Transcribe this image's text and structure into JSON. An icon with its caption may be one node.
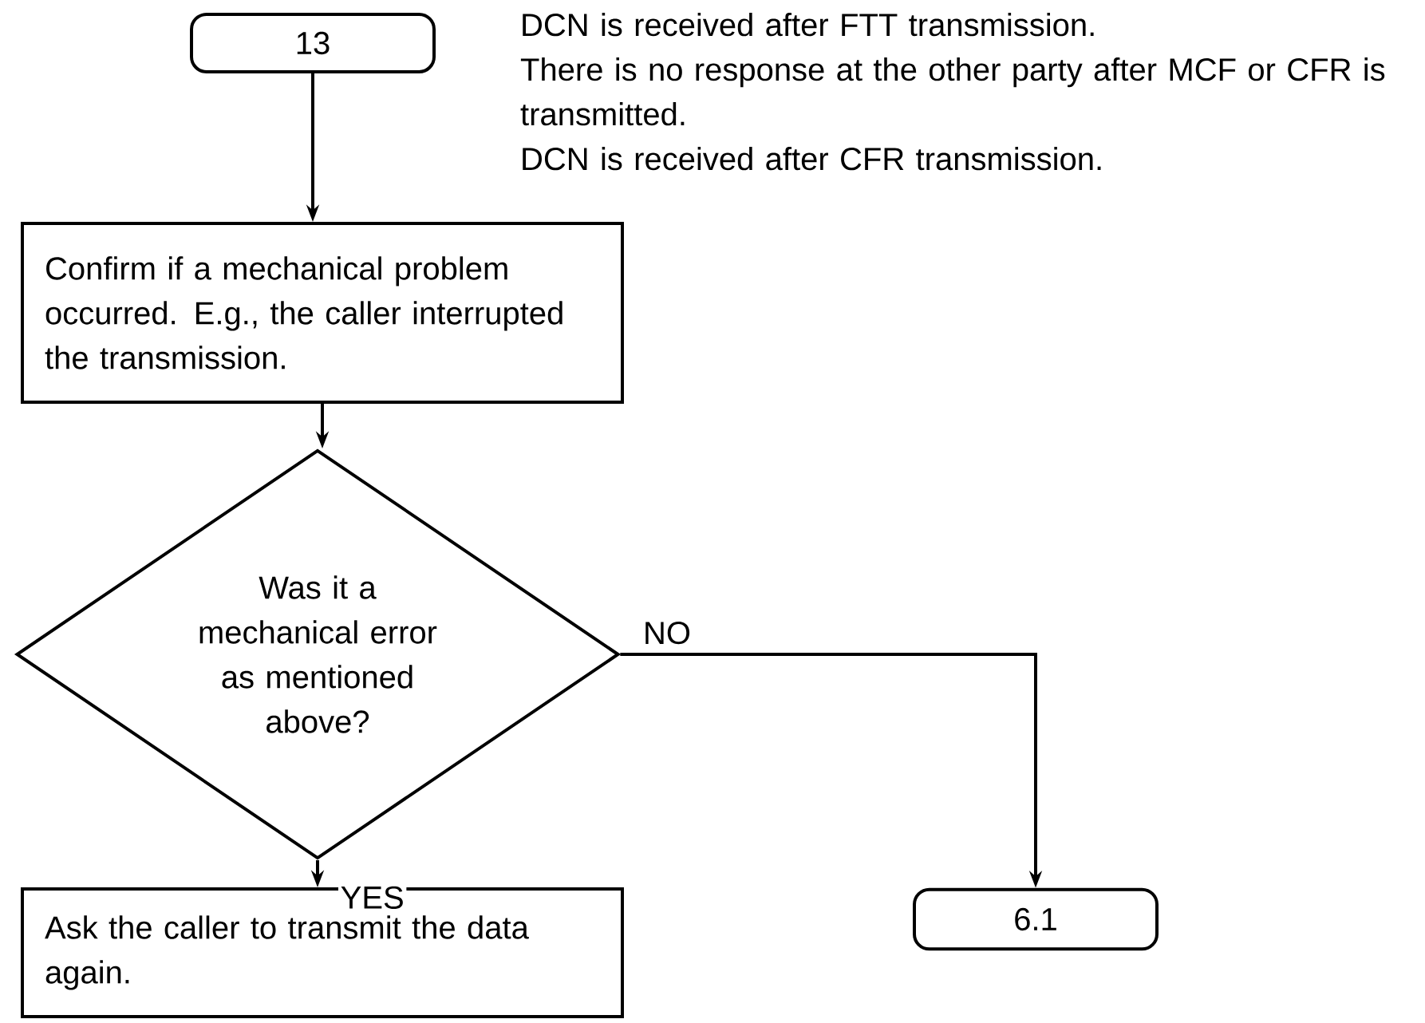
{
  "diagram": {
    "nodes": [
      {
        "text": [
          "13"
        ]
      },
      {
        "text": [
          "Confirm if a mechanical problem occurred. E.g., the caller interrupted the transmission."
        ]
      },
      {
        "text": [
          "Was it a mechanical error as mentioned above?"
        ]
      },
      {
        "text": [
          "Ask the caller to transmit the data again."
        ]
      },
      {
        "text": [
          "6.1"
        ]
      }
    ],
    "edges": [
      {
        "from": 0,
        "to": 1,
        "arrow": "to"
      },
      {
        "from": 1,
        "to": 2,
        "arrow": "to"
      },
      {
        "from": 2,
        "to": 3,
        "arrow": "to",
        "label": "YES"
      },
      {
        "from": 2,
        "to": 4,
        "arrow": "to",
        "label": "NO"
      }
    ],
    "labels": [
      "DCN is received after FTT transmission.",
      "There is no response at the other party after MCF or CFR is transmitted.",
      "DCN is received after CFR transmission."
    ]
  }
}
